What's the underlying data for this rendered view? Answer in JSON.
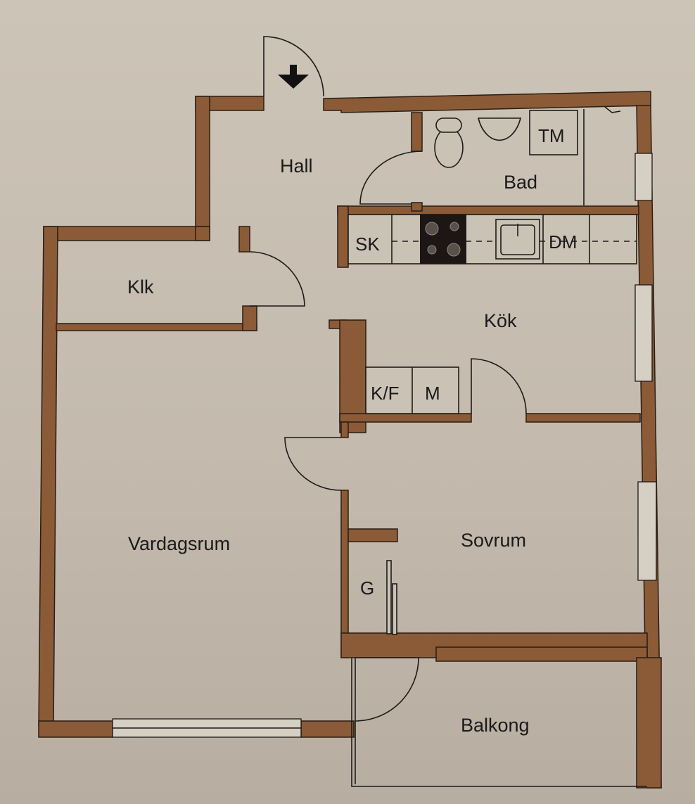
{
  "floor_plan": {
    "rooms": {
      "hall": "Hall",
      "bad": "Bad",
      "tm": "TM",
      "sk": "SK",
      "dm": "DM",
      "klk": "Klk",
      "kok": "Kök",
      "kf": "K/F",
      "m": "M",
      "vardagsrum": "Vardagsrum",
      "sovrum": "Sovrum",
      "g": "G",
      "balkong": "Balkong"
    },
    "colors": {
      "wall": "#8b5b37",
      "paper": "#c9c0b4",
      "stove": "#1c1714"
    },
    "entrance_icon": "arrow-down-icon"
  }
}
